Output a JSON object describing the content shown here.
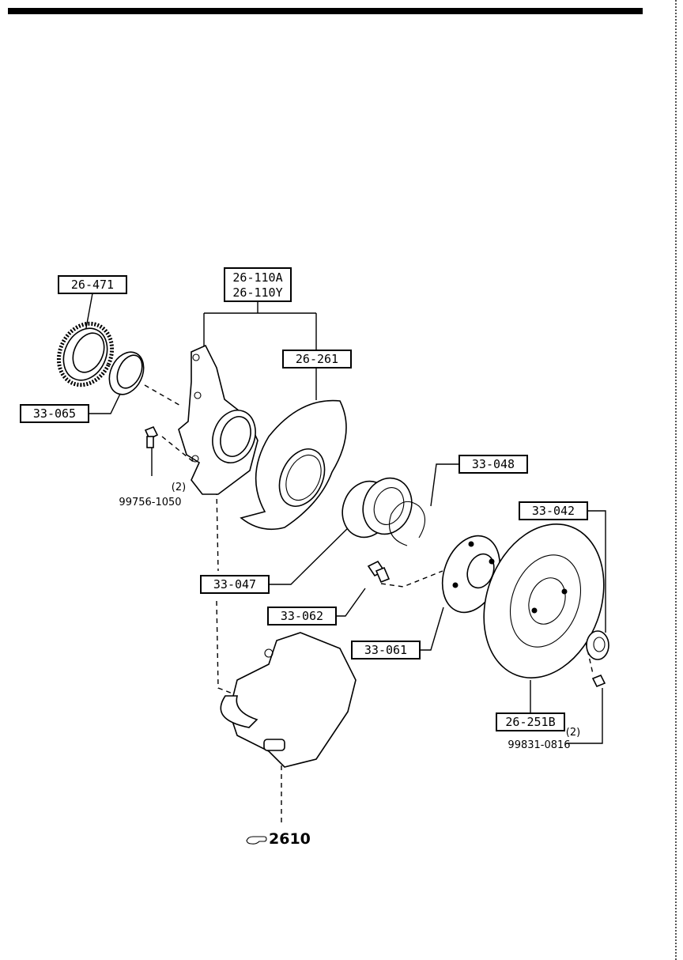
{
  "parts": {
    "p26_471": "26-471",
    "p26_110a": "26-110A",
    "p26_110y": "26-110Y",
    "p26_261": "26-261",
    "p33_065": "33-065",
    "p33_048": "33-048",
    "p33_042": "33-042",
    "p33_047": "33-047",
    "p33_062": "33-062",
    "p33_061": "33-061",
    "p26_251b": "26-251B"
  },
  "bolts": {
    "b99756": {
      "qty": "(2)",
      "code": "99756-1050"
    },
    "b99831": {
      "qty": "(2)",
      "code": "99831-0816"
    }
  },
  "reference": {
    "label": "2610",
    "icon": "pointing-hand-icon"
  }
}
